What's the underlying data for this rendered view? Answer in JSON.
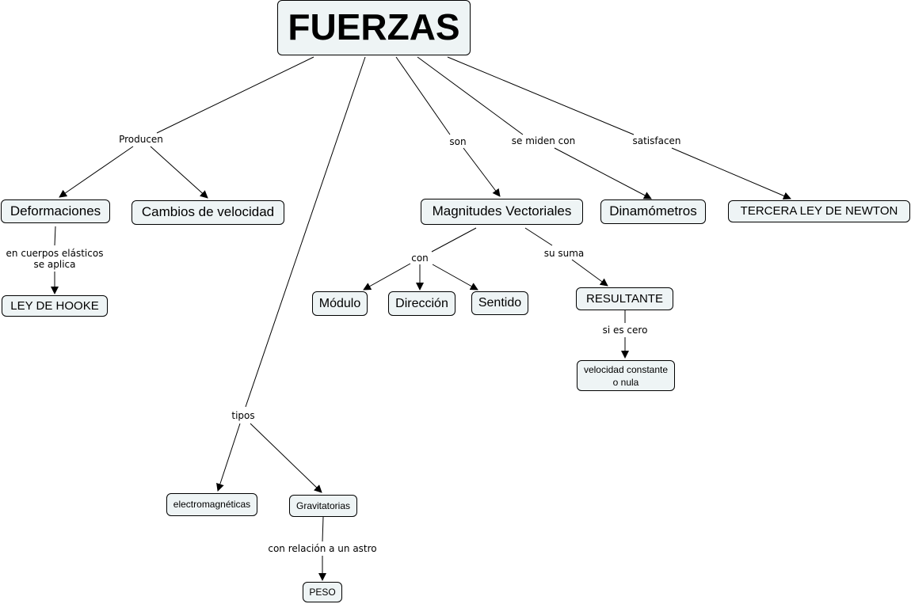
{
  "nodes": {
    "fuerzas": "FUERZAS",
    "deformaciones": "Deformaciones",
    "cambios": "Cambios de velocidad",
    "magnitudes": "Magnitudes Vectoriales",
    "dinamometros": "Dinamómetros",
    "tercera_ley": "TERCERA LEY DE NEWTON",
    "ley_hooke": "LEY DE HOOKE",
    "modulo": "Módulo",
    "direccion": "Dirección",
    "sentido": "Sentido",
    "resultante": "RESULTANTE",
    "velocidad_constante": "velocidad constante o nula",
    "electromagneticas": "electromagnéticas",
    "gravitatorias": "Gravitatorias",
    "peso": "PESO"
  },
  "links": {
    "producen": "Producen",
    "son": "son",
    "se_miden_con": "se miden con",
    "satisfacen": "satisfacen",
    "elasticos_1": "en cuerpos elásticos",
    "elasticos_2": "se aplica",
    "con": "con",
    "su_suma": "su suma",
    "si_es_cero": "si es cero",
    "tipos": "tipos",
    "relacion_astro": "con relación a un astro"
  }
}
